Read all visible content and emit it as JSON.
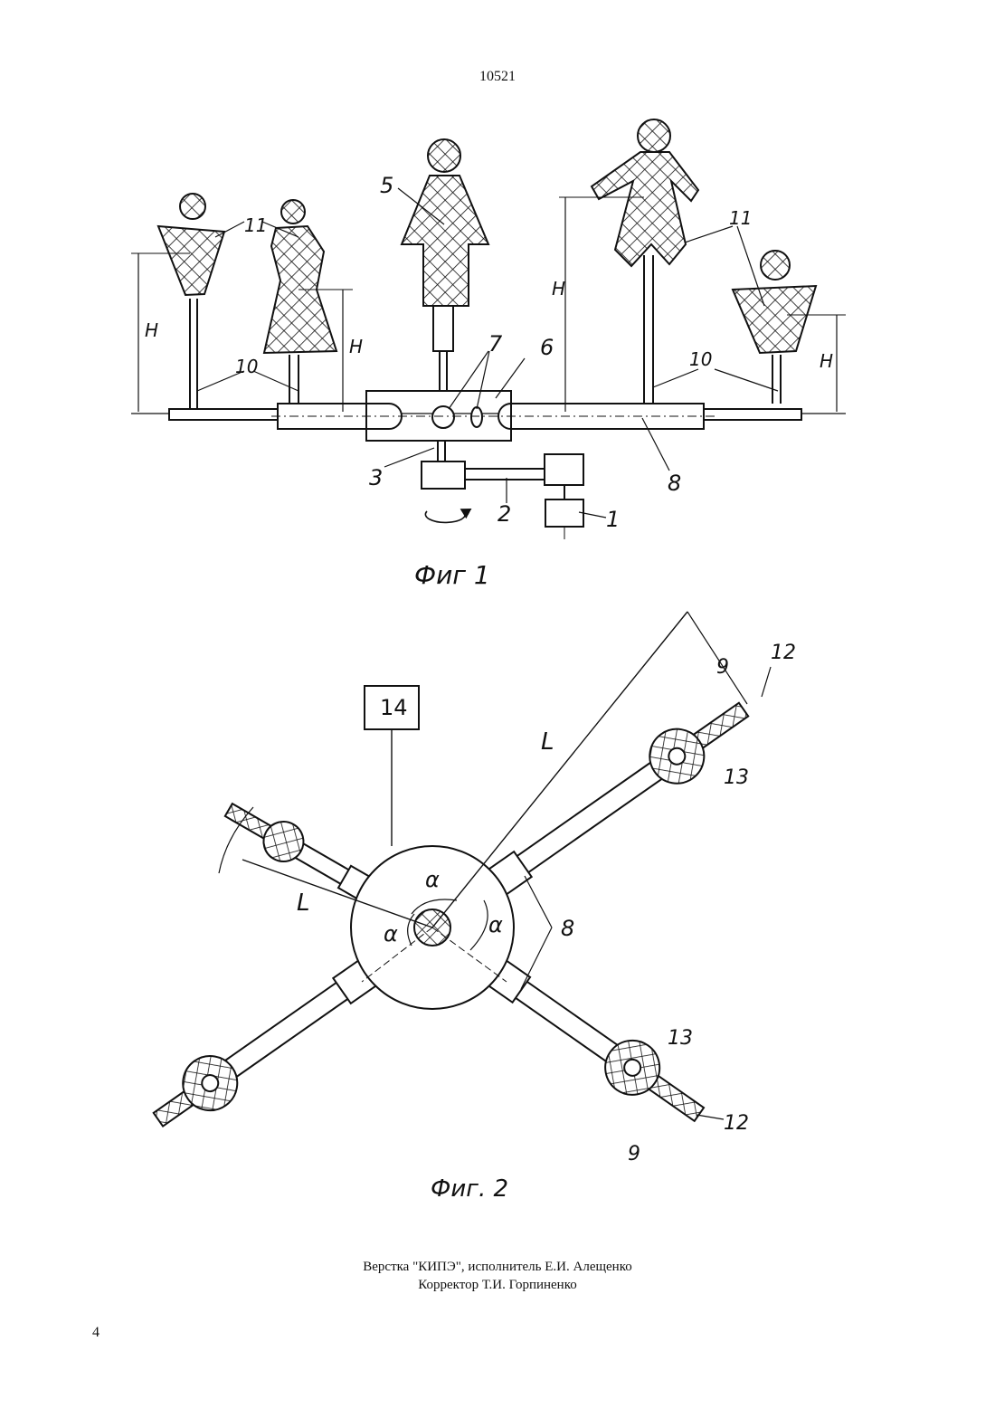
{
  "header": {
    "page_number": "10521"
  },
  "figure1": {
    "caption": "Фиг 1",
    "labels": {
      "l1": "1",
      "l2": "2",
      "l3": "3",
      "l5": "5",
      "l6": "6",
      "l7": "7",
      "l8": "8",
      "l10": "10",
      "l11": "11",
      "H": "H"
    }
  },
  "figure2": {
    "caption": "Фиг. 2",
    "labels": {
      "l8": "8",
      "l9": "9",
      "l12": "12",
      "l13": "13",
      "l14": "14",
      "L": "L",
      "alpha": "α"
    }
  },
  "footer": {
    "credit_line1": "Верстка \"КИПЭ\", исполнитель Е.И. Алещенко",
    "credit_line2": "Корректор Т.И. Горпиненко",
    "sheet_number": "4"
  },
  "colors": {
    "ink": "#111111",
    "paper": "#ffffff"
  }
}
